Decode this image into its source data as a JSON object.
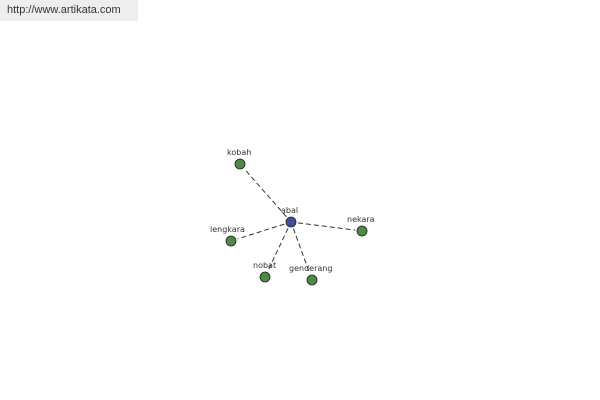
{
  "header": {
    "url": "http://www.artikata.com"
  },
  "graph": {
    "colors": {
      "center_node": "#3f4f9a",
      "leaf_node": "#4e8a45",
      "node_stroke": "#222222",
      "edge": "#333333"
    },
    "center": {
      "id": "abal",
      "label": "abal"
    },
    "leaves": [
      {
        "id": "kobah",
        "label": "kobah"
      },
      {
        "id": "lengkara",
        "label": "lengkara"
      },
      {
        "id": "nobat",
        "label": "nobat"
      },
      {
        "id": "genderang",
        "label": "genderang"
      },
      {
        "id": "nekara",
        "label": "nekara"
      }
    ]
  }
}
